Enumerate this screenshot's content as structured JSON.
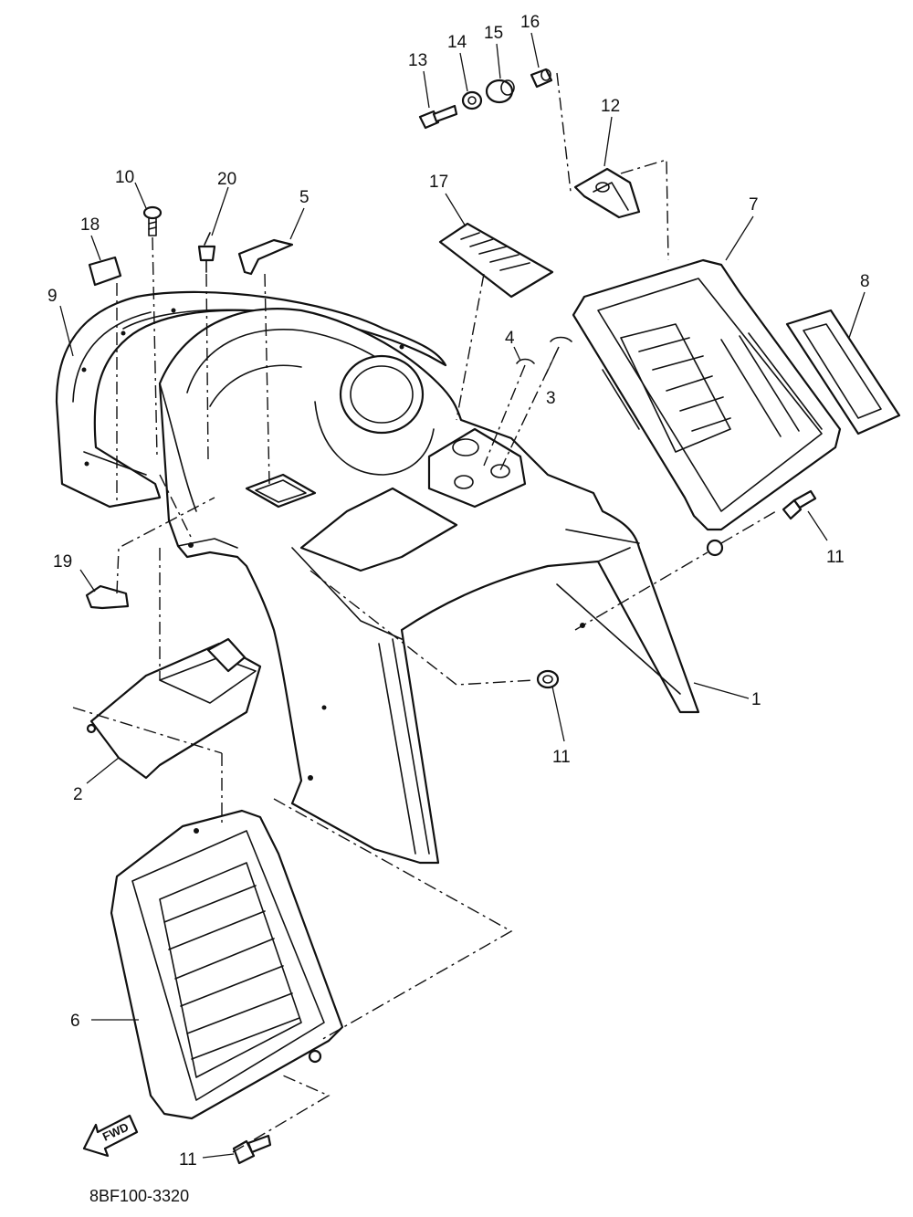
{
  "diagram": {
    "drawing_code": "8BF100-3320",
    "direction_marker": "FWD",
    "callouts": [
      {
        "id": "c1",
        "label": "1"
      },
      {
        "id": "c2",
        "label": "2"
      },
      {
        "id": "c3",
        "label": "3"
      },
      {
        "id": "c4",
        "label": "4"
      },
      {
        "id": "c5",
        "label": "5"
      },
      {
        "id": "c6",
        "label": "6"
      },
      {
        "id": "c7",
        "label": "7"
      },
      {
        "id": "c8",
        "label": "8"
      },
      {
        "id": "c9",
        "label": "9"
      },
      {
        "id": "c10",
        "label": "10"
      },
      {
        "id": "c11a",
        "label": "11"
      },
      {
        "id": "c11b",
        "label": "11"
      },
      {
        "id": "c11c",
        "label": "11"
      },
      {
        "id": "c12",
        "label": "12"
      },
      {
        "id": "c13",
        "label": "13"
      },
      {
        "id": "c14",
        "label": "14"
      },
      {
        "id": "c15",
        "label": "15"
      },
      {
        "id": "c16",
        "label": "16"
      },
      {
        "id": "c17",
        "label": "17"
      },
      {
        "id": "c18",
        "label": "18"
      },
      {
        "id": "c19",
        "label": "19"
      },
      {
        "id": "c20",
        "label": "20"
      }
    ]
  }
}
